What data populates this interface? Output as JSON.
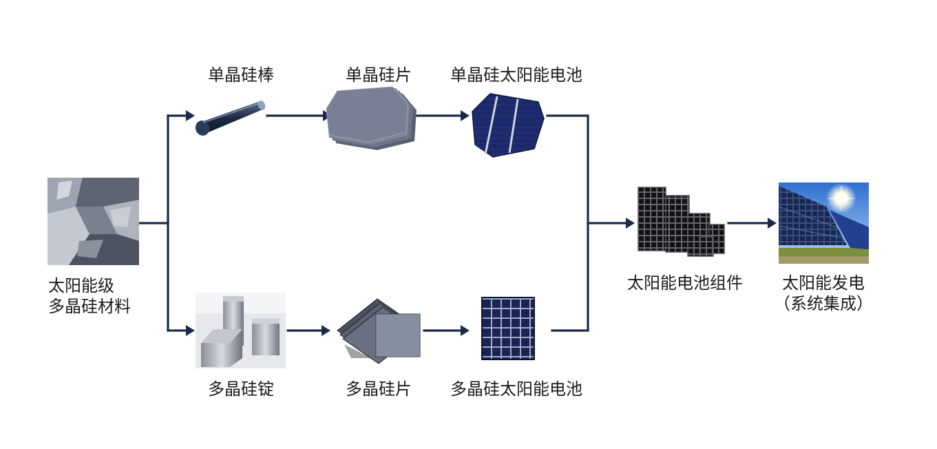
{
  "diagram": {
    "nodes": {
      "raw_material": {
        "line1": "太阳能级",
        "line2": "多晶硅材料",
        "icon": "silicon-chunks-icon"
      },
      "mono_ingot": {
        "label": "单晶硅棒",
        "icon": "mono-silicon-rod-icon"
      },
      "mono_wafer": {
        "label": "单晶硅片",
        "icon": "mono-wafer-stack-icon"
      },
      "mono_cell": {
        "label": "单晶硅太阳能电池",
        "icon": "mono-solar-cell-icon"
      },
      "poly_ingot": {
        "label": "多晶硅锭",
        "icon": "poly-ingot-blocks-icon"
      },
      "poly_wafer": {
        "label": "多晶硅片",
        "icon": "poly-wafer-stack-icon"
      },
      "poly_cell": {
        "label": "多晶硅太阳能电池",
        "icon": "poly-solar-cell-icon"
      },
      "module": {
        "label": "太阳能电池组件",
        "icon": "solar-modules-icon"
      },
      "system": {
        "line1": "太阳能发电",
        "line2": "（系统集成）",
        "icon": "solar-farm-photo-icon"
      }
    },
    "colors": {
      "arrow": "#1b2a4a",
      "cell_blue": "#1c2a6b",
      "wafer_gray": "#7a7f95"
    }
  }
}
